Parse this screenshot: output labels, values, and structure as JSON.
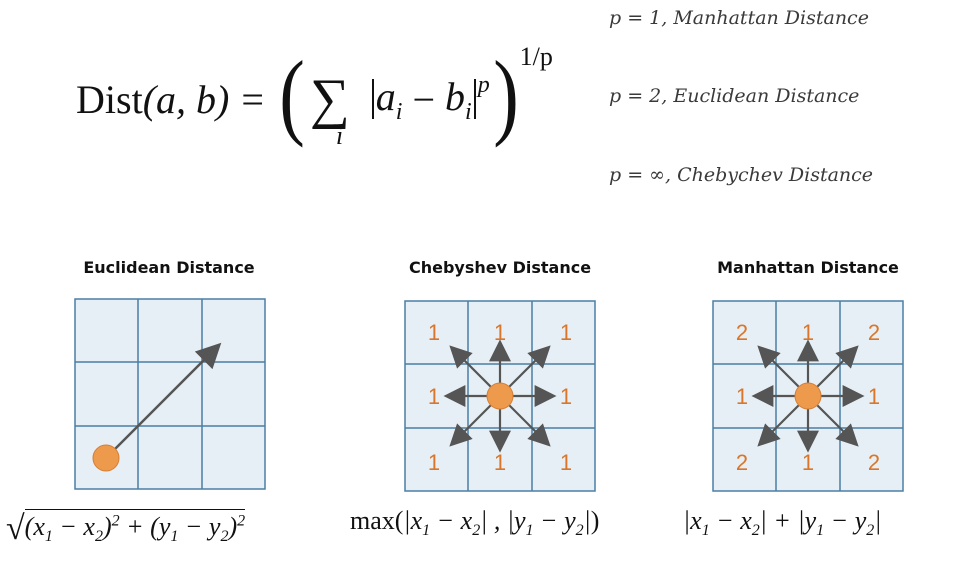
{
  "formula": {
    "lhs": "Dist",
    "args": "(a, b)",
    "sub": "i",
    "exp": "1/p"
  },
  "variants": [
    {
      "p": "p = 1,",
      "name": "Manhattan Distance"
    },
    {
      "p": "p = 2,",
      "name": "Euclidean Distance"
    },
    {
      "p": "p = ∞,",
      "name": "Chebychev Distance"
    }
  ],
  "panels": {
    "euclidean": {
      "heading": "Euclidean Distance"
    },
    "chebyshev": {
      "heading": "Chebyshev Distance",
      "cells": [
        "1",
        "1",
        "1",
        "1",
        "",
        "1",
        "1",
        "1",
        "1"
      ]
    },
    "manhattan": {
      "heading": "Manhattan Distance",
      "cells": [
        "2",
        "1",
        "2",
        "1",
        "",
        "1",
        "2",
        "1",
        "2"
      ]
    }
  },
  "colors": {
    "grid_fill": "#e6eff5",
    "grid_line": "#4a7fa3",
    "dot": "#ee9a4d",
    "arrow": "#555555",
    "number": "#d9762b"
  }
}
